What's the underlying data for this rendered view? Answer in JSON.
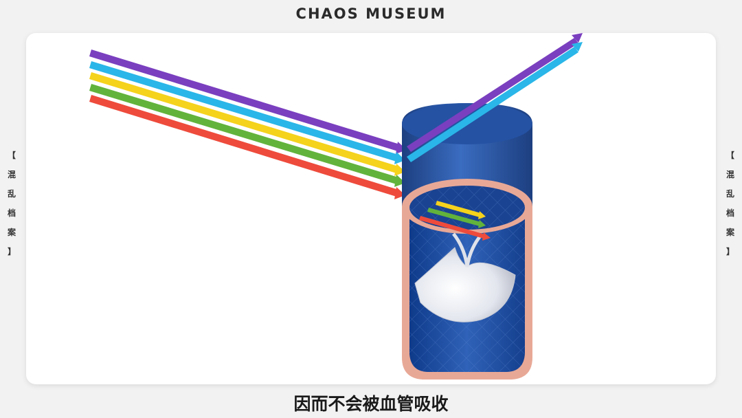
{
  "header": {
    "title": "CHAOS MUSEUM"
  },
  "side_label": {
    "left": [
      "【",
      "混",
      "乱",
      "档",
      "案",
      "】"
    ],
    "right": [
      "【",
      "混",
      "乱",
      "档",
      "案",
      "】"
    ]
  },
  "caption": "因而不会被血管吸收",
  "colors": {
    "purple": "#7a3fbf",
    "blue": "#2ab6e8",
    "yellow": "#f5d21c",
    "green": "#62b33c",
    "red": "#ee4b3c",
    "vessel": "#2f5fae",
    "vessel_dark": "#1d3f80",
    "tissue": "#e8a896",
    "valve": "#eef0f5"
  },
  "icons": [
    "purple-light-ray-icon",
    "blue-light-ray-icon",
    "yellow-light-ray-icon",
    "green-light-ray-icon",
    "red-light-ray-icon",
    "blood-vessel-icon",
    "vein-valve-icon"
  ]
}
